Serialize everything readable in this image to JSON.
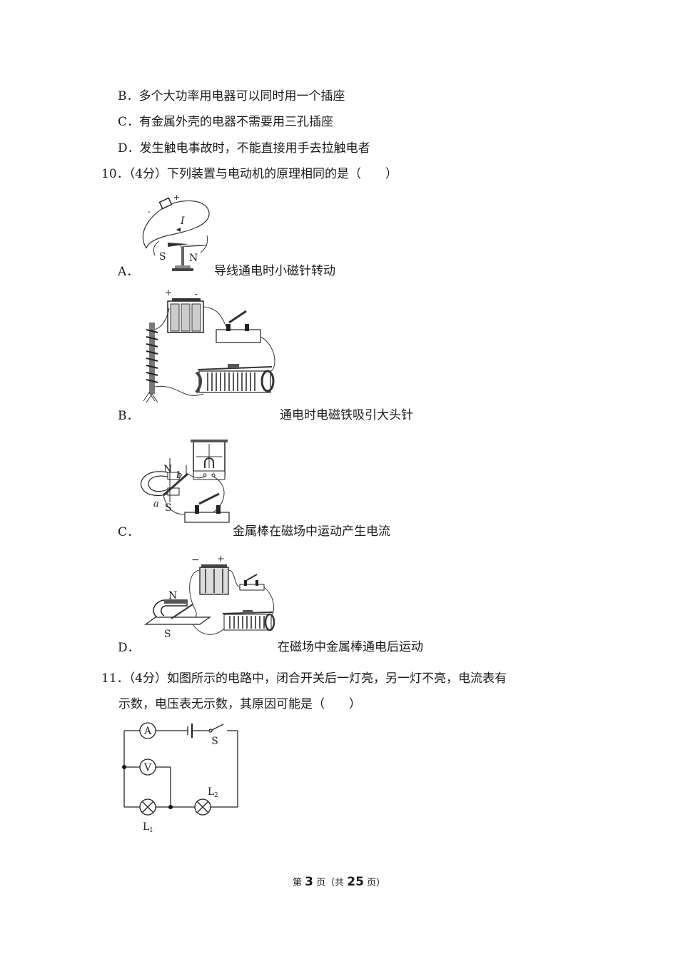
{
  "prev_question": {
    "options": [
      {
        "label": "B．",
        "text": "多个大功率用电器可以同时用一个插座"
      },
      {
        "label": "C．",
        "text": "有金属外壳的电器不需要用三孔插座"
      },
      {
        "label": "D．",
        "text": "发生触电事故时，不能直接用手去拉触电者"
      }
    ]
  },
  "q10": {
    "number": "10．",
    "score": "（4分）",
    "stem": "下列装置与电动机的原理相同的是（　　）",
    "options": [
      {
        "label": "A．",
        "caption": "导线通电时小磁针转动",
        "figure": "oersted-experiment",
        "fig_labels": {
          "minus": "-",
          "plus": "+",
          "current": "I",
          "south": "S",
          "north": "N"
        }
      },
      {
        "label": "B．",
        "caption": "通电时电磁铁吸引大头针",
        "figure": "electromagnet-circuit",
        "fig_labels": {
          "plus": "+",
          "minus": "-"
        }
      },
      {
        "label": "C．",
        "caption": "金属棒在磁场中运动产生电流",
        "figure": "induction-galvanometer",
        "fig_labels": {
          "north": "N",
          "south": "S",
          "a": "a",
          "b": "b"
        }
      },
      {
        "label": "D．",
        "caption": "在磁场中金属棒通电后运动",
        "figure": "motor-principle-circuit",
        "fig_labels": {
          "minus": "−",
          "plus": "+",
          "north": "N",
          "south": "S"
        }
      }
    ]
  },
  "q11": {
    "number": "11．",
    "score": "（4分）",
    "stem_line1": "如图所示的电路中，闭合开关后一灯亮，另一灯不亮，电流表有",
    "stem_line2": "示数，电压表无示数，其原因可能是（　　）",
    "circuit": {
      "ammeter": "A",
      "voltmeter": "V",
      "switch": "S",
      "lamp1": "L",
      "lamp1_sub": "1",
      "lamp2": "L",
      "lamp2_sub": "2"
    }
  },
  "footer": {
    "prefix": "第",
    "page": "3",
    "mid": "页（共",
    "total": "25",
    "suffix": "页）"
  }
}
